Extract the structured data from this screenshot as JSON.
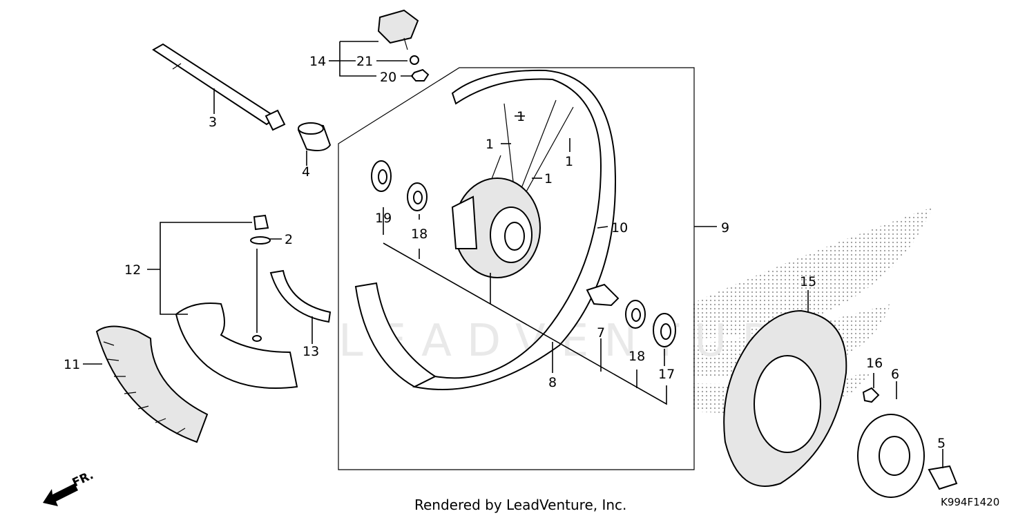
{
  "watermark": "LEADVENTURE",
  "footer": "Rendered by LeadVenture, Inc.",
  "diagram_code": "K994F1420",
  "direction_label": "FR.",
  "callouts": {
    "c1a": "1",
    "c1b": "1",
    "c1c": "1",
    "c1d": "1",
    "c2": "2",
    "c3": "3",
    "c4": "4",
    "c5": "5",
    "c6": "6",
    "c7": "7",
    "c8": "8",
    "c9": "9",
    "c10": "10",
    "c11": "11",
    "c12": "12",
    "c13": "13",
    "c14": "14",
    "c15": "15",
    "c16": "16",
    "c17": "17",
    "c18a": "18",
    "c18b": "18",
    "c19": "19",
    "c20": "20",
    "c21": "21"
  },
  "colors": {
    "ink": "#000000",
    "watermark": "#e9e9e9",
    "dots": "#9a9a9a"
  }
}
